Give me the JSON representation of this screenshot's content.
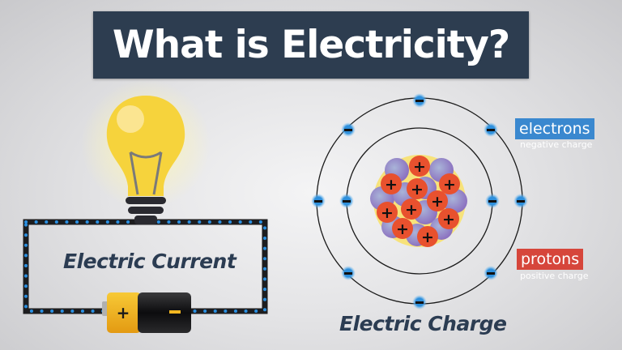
{
  "title": "What is Electricity?",
  "left_panel": {
    "label": "Electric Current",
    "battery": {
      "positive_symbol": "+",
      "negative_symbol": "−"
    }
  },
  "right_panel": {
    "label": "Electric Charge",
    "legend": {
      "electrons": {
        "label": "electrons",
        "sublabel": "negative charge",
        "color": "#3a88cf"
      },
      "protons": {
        "label": "protons",
        "sublabel": "positive charge",
        "color": "#d6463b"
      }
    },
    "electron_symbol": "−",
    "proton_symbol": "+"
  },
  "colors": {
    "title_bg": "#2d3d50",
    "bulb": "#f6d33c",
    "wire": "#1d1d1f",
    "wire_dots": "#2b8fe0",
    "battery_pos": "#f2b721",
    "nucleus_halo": "#f7e27a",
    "neutron": "#9a86c8",
    "proton": "#e8512e"
  }
}
